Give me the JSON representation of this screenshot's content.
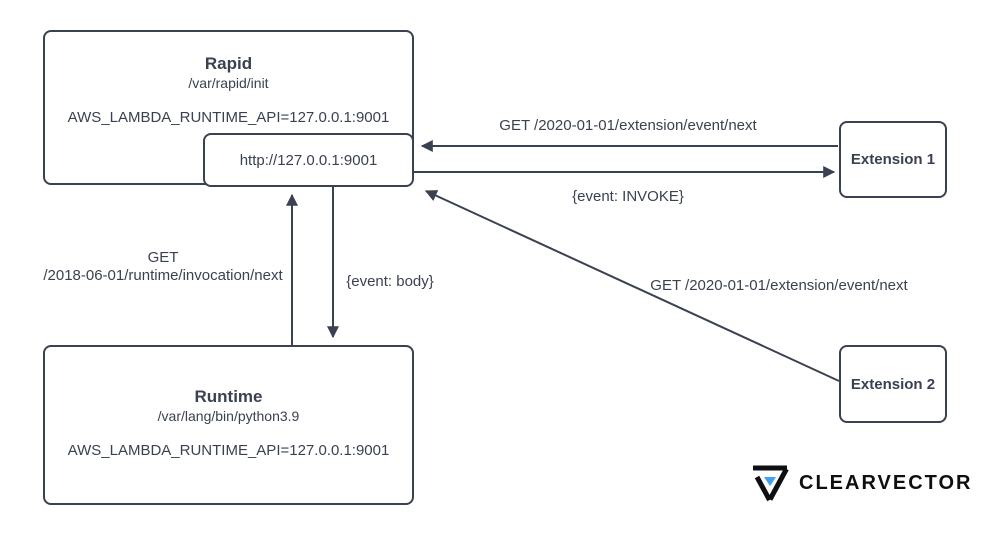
{
  "nodes": {
    "rapid": {
      "title": "Rapid",
      "path": "/var/rapid/init",
      "env": "AWS_LAMBDA_RUNTIME_API=127.0.0.1:9001"
    },
    "endpoint": {
      "label": "http://127.0.0.1:9001"
    },
    "runtime": {
      "title": "Runtime",
      "path": "/var/lang/bin/python3.9",
      "env": "AWS_LAMBDA_RUNTIME_API=127.0.0.1:9001"
    },
    "extension1": {
      "title": "Extension 1"
    },
    "extension2": {
      "title": "Extension 2"
    }
  },
  "edges": {
    "ext1_to_endpoint": {
      "label": "GET /2020-01-01/extension/event/next"
    },
    "endpoint_to_ext1": {
      "label": "{event: INVOKE}"
    },
    "runtime_to_endpoint": {
      "label": "GET\n/2018-06-01/runtime/invocation/next"
    },
    "endpoint_to_runtime": {
      "label": "{event: body}"
    },
    "ext2_to_endpoint": {
      "label": "GET /2020-01-01/extension/event/next"
    }
  },
  "branding": {
    "name": "CLEARVECTOR"
  },
  "colors": {
    "line": "#3a4150",
    "text": "#3a4150",
    "logo_text": "#0d0f12",
    "logo_accent": "#41a0f0",
    "background": "#ffffff"
  }
}
